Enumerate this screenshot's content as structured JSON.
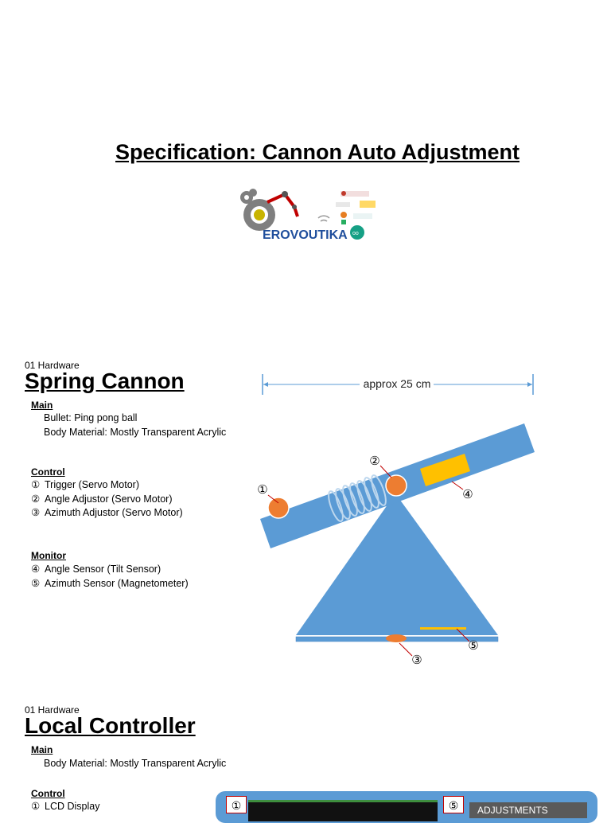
{
  "title": "Specification: Cannon Auto Adjustment",
  "logo_text": "EROVOUTIKA",
  "section1": {
    "tag": "01 Hardware",
    "heading": "Spring Cannon",
    "main_label": "Main",
    "main_items": [
      "Bullet: Ping pong ball",
      "Body Material: Mostly Transparent Acrylic"
    ],
    "control_label": "Control",
    "control_items": [
      {
        "num": "①",
        "text": "Trigger (Servo Motor)"
      },
      {
        "num": "②",
        "text": "Angle Adjustor (Servo Motor)"
      },
      {
        "num": "③",
        "text": "Azimuth Adjustor (Servo Motor)"
      }
    ],
    "monitor_label": "Monitor",
    "monitor_items": [
      {
        "num": "④",
        "text": "Angle Sensor (Tilt Sensor)"
      },
      {
        "num": "⑤",
        "text": "Azimuth Sensor (Magnetometer)"
      }
    ],
    "diagram": {
      "dimension_label": "approx 25 cm",
      "callouts": [
        "①",
        "②",
        "③",
        "④",
        "⑤"
      ],
      "colors": {
        "body": "#5b9bd5",
        "orange": "#ed7d31",
        "yellow": "#ffc000"
      }
    }
  },
  "section2": {
    "tag": "01 Hardware",
    "heading": "Local Controller",
    "main_label": "Main",
    "main_items": [
      "Body Material: Mostly Transparent Acrylic"
    ],
    "control_label": "Control",
    "control_items": [
      {
        "num": "①",
        "text": "LCD Display"
      }
    ],
    "panel": {
      "badge_1": "①",
      "badge_5": "⑤",
      "adjustments_label": "ADJUSTMENTS"
    }
  }
}
